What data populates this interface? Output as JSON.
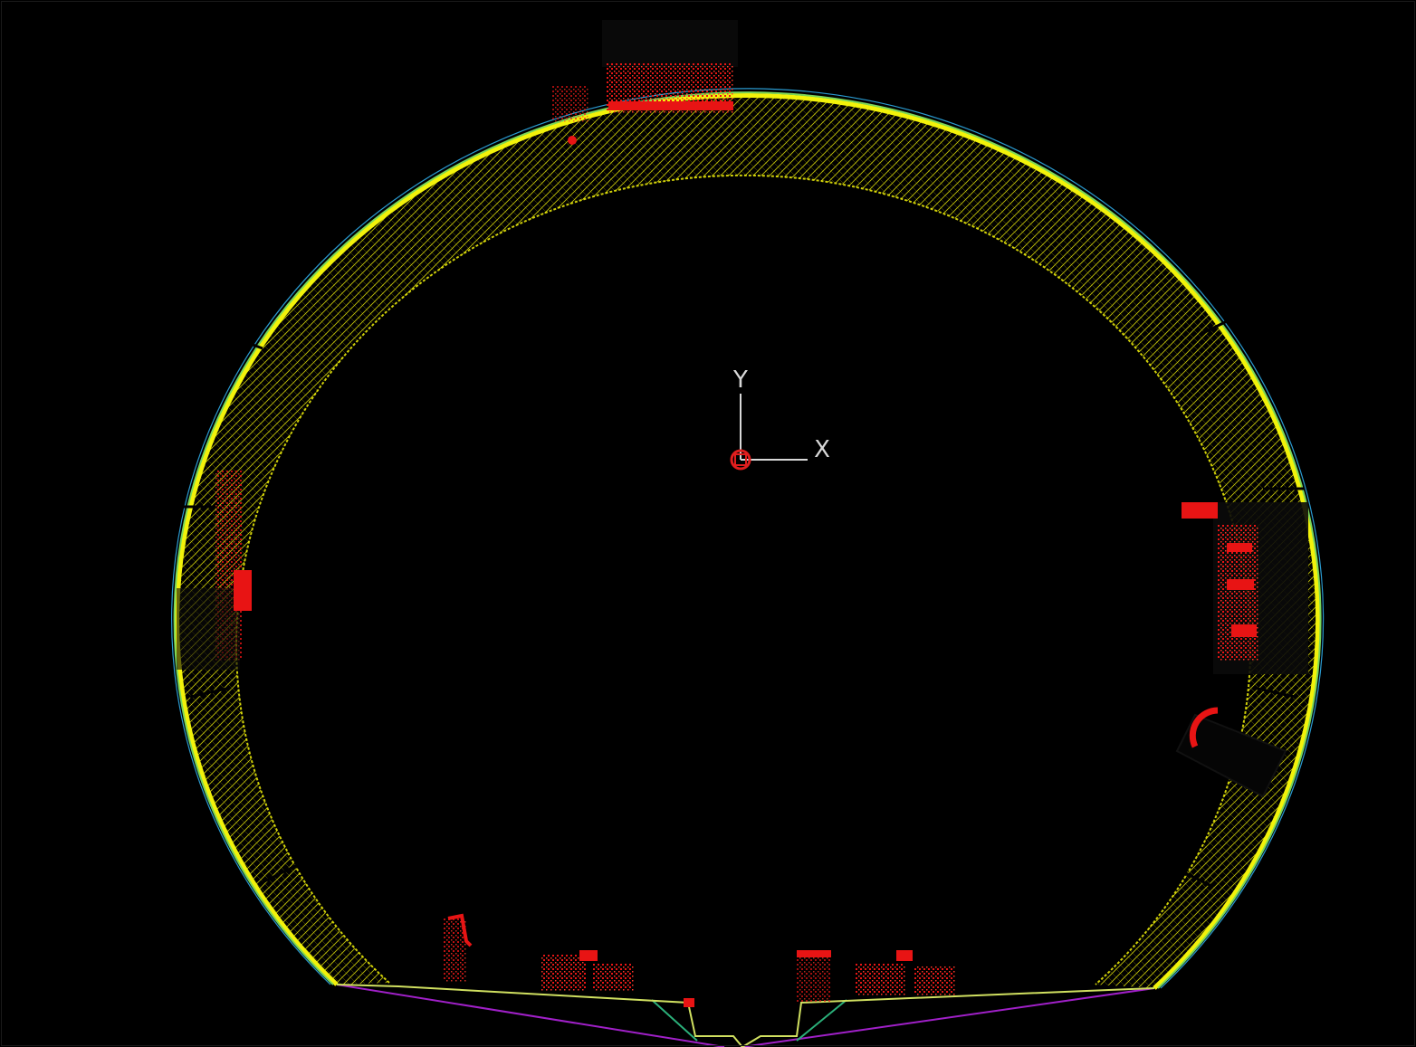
{
  "canvas": {
    "background": "#000000"
  },
  "ucs_icon": {
    "x_label": "X",
    "y_label": "Y",
    "axis_color": "#d8d8d8",
    "origin_marker_color": "#e01e1e"
  },
  "layers": [
    {
      "name": "lining-segments-points",
      "color": "#f2f20a"
    },
    {
      "name": "equipment-points",
      "color": "#e81414"
    },
    {
      "name": "fitted-outline",
      "color": "#7ad65a"
    },
    {
      "name": "outline-secondary",
      "color": "#2a9ad0"
    },
    {
      "name": "invert-lines",
      "color": "#a020c8"
    }
  ],
  "icons": {
    "ucs": "ucs-axis-icon",
    "origin": "origin-square-icon"
  }
}
